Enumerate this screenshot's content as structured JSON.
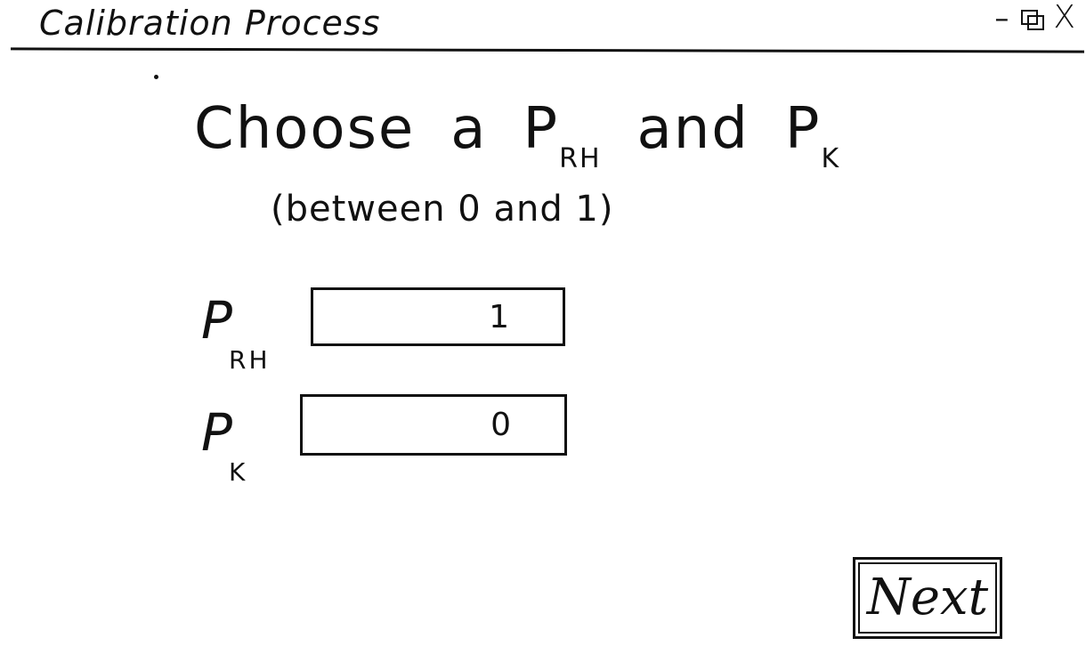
{
  "window": {
    "title": "Calibration Process",
    "minimize_glyph": "–",
    "close_glyph": "X",
    "icons": [
      "minimize-icon",
      "maximize-icon",
      "close-icon"
    ]
  },
  "prompt": {
    "choose": "Choose",
    "article": "a",
    "p1_symbol": "P",
    "p1_subscript": "RH",
    "conjunction": "and",
    "p2_symbol": "P",
    "p2_subscript": "K",
    "range_note": "(between 0 and 1)"
  },
  "form": {
    "fields": [
      {
        "symbol": "P",
        "subscript": "RH",
        "value": "1"
      },
      {
        "symbol": "P",
        "subscript": "K",
        "value": "0"
      }
    ]
  },
  "actions": {
    "next_label": "Next"
  },
  "colors": {
    "ink": "#111111",
    "background": "#ffffff"
  }
}
